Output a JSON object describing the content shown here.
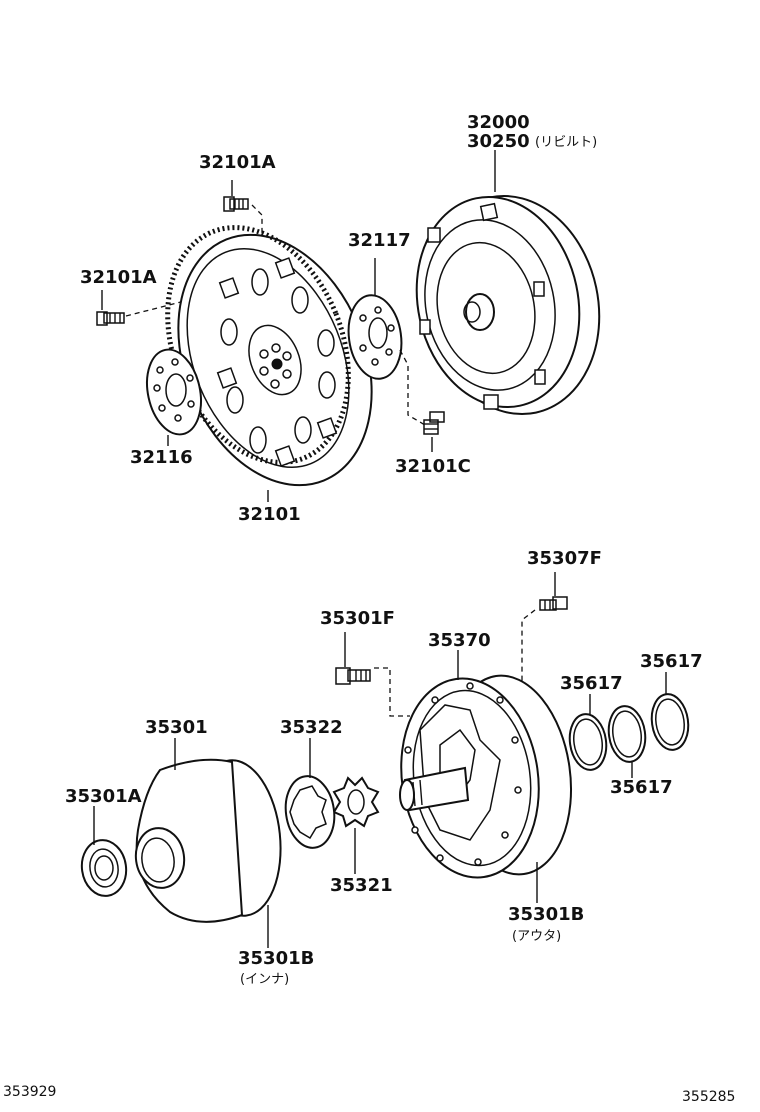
{
  "labels": {
    "p32101A_top": "32101A",
    "p32101A_left": "32101A",
    "p32117": "32117",
    "p32000": "32000",
    "p30250": "30250",
    "p30250_note": "(リビルト)",
    "p32116": "32116",
    "p32101": "32101",
    "p32101C": "32101C",
    "p35307F": "35307F",
    "p35301F": "35301F",
    "p35370": "35370",
    "p35617_a": "35617",
    "p35617_b": "35617",
    "p35617_c": "35617",
    "p35301": "35301",
    "p35322": "35322",
    "p35301A": "35301A",
    "p35321": "35321",
    "p35301B_outer": "35301B",
    "p35301B_outer_note": "(アウタ)",
    "p35301B_inner": "35301B",
    "p35301B_inner_note": "(インナ)"
  },
  "footer": {
    "left_code": "353929",
    "right_code": "355285"
  }
}
